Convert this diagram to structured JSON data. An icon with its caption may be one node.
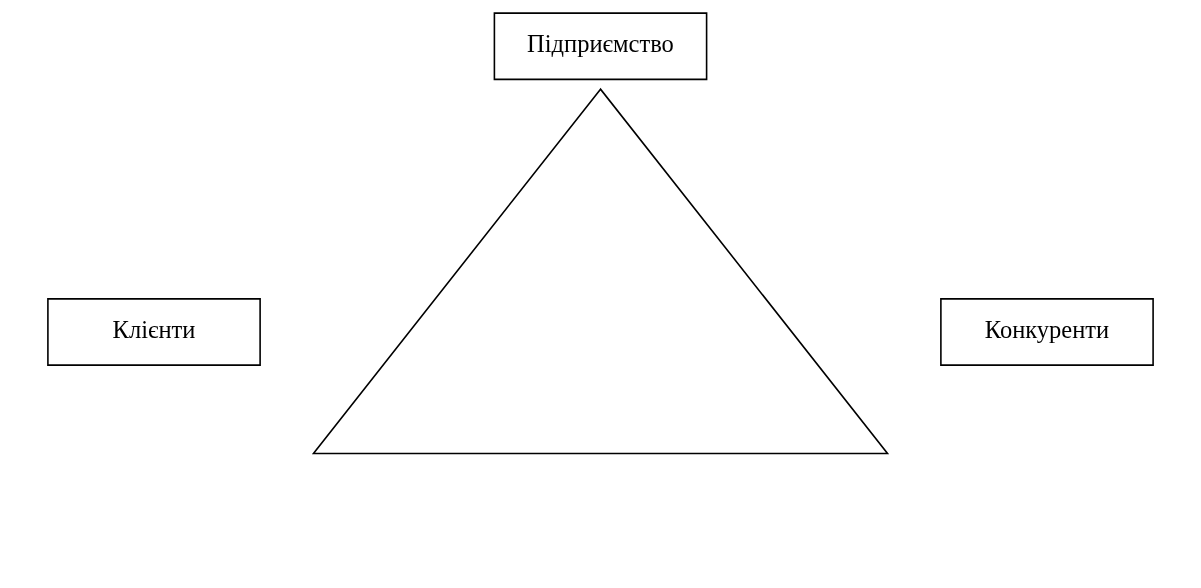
{
  "diagram": {
    "nodes": [
      {
        "text": [
          "Підприємство"
        ]
      },
      {
        "text": [
          "Клієнти"
        ]
      },
      {
        "text": [],
        "shape": "triangle"
      },
      {
        "text": [
          "Конкуренти"
        ]
      }
    ]
  }
}
